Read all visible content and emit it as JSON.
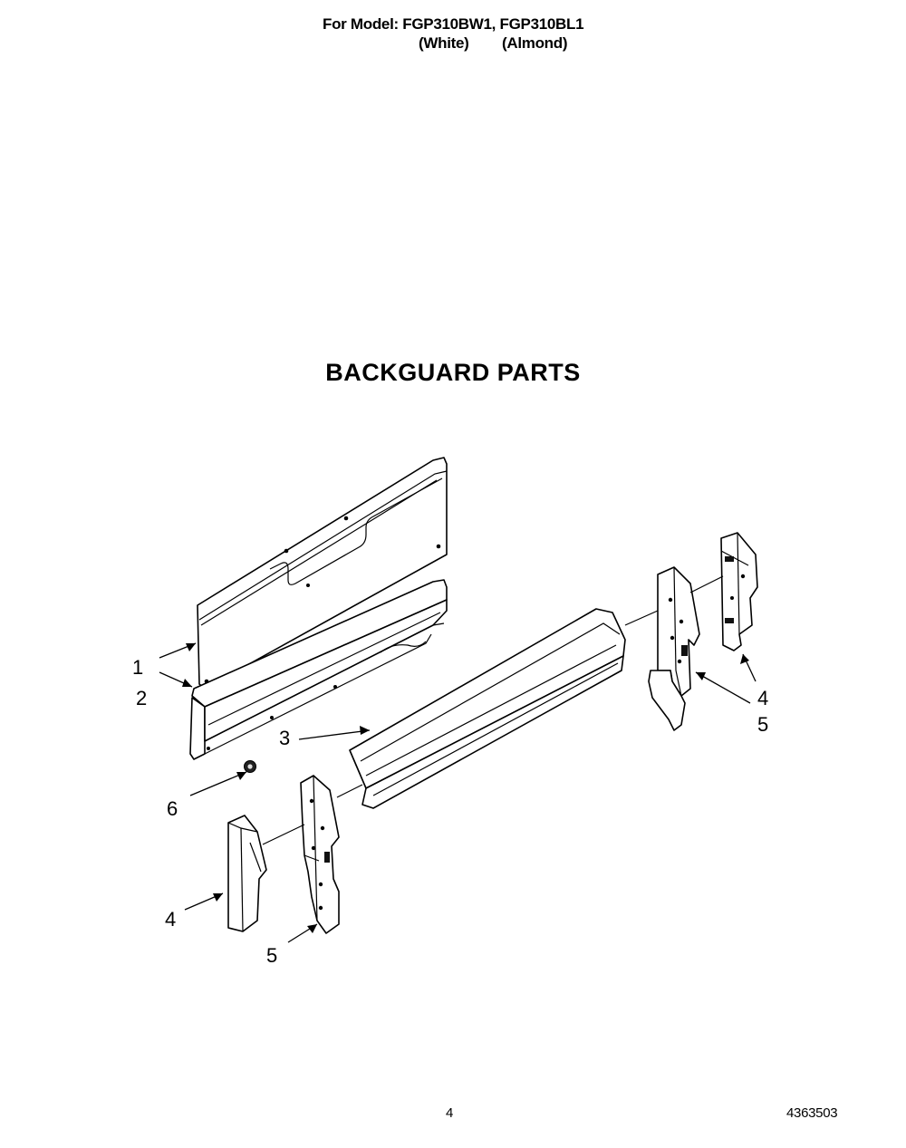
{
  "header": {
    "model_line": "For Model: FGP310BW1, FGP310BL1",
    "variant_white": "(White)",
    "variant_almond": "(Almond)"
  },
  "title": "BACKGUARD PARTS",
  "callouts": [
    {
      "id": "c1",
      "label": "1"
    },
    {
      "id": "c2",
      "label": "2"
    },
    {
      "id": "c3",
      "label": "3"
    },
    {
      "id": "c4a",
      "label": "4"
    },
    {
      "id": "c5a",
      "label": "5"
    },
    {
      "id": "c6",
      "label": "6"
    },
    {
      "id": "c4b",
      "label": "4"
    },
    {
      "id": "c5b",
      "label": "5"
    }
  ],
  "footer": {
    "page_number": "4",
    "document_number": "4363503"
  }
}
